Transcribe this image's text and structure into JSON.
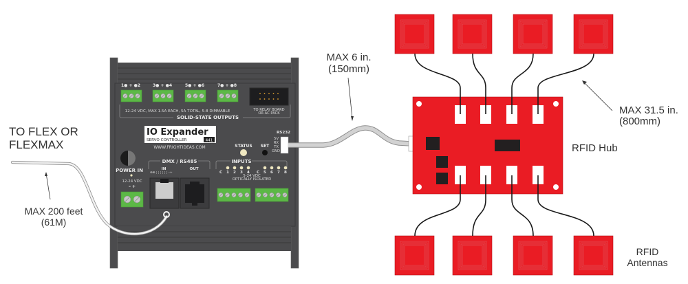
{
  "colors": {
    "device_body": "#4b4b4d",
    "device_dark": "#3a3a3c",
    "terminal_green": "#5cb846",
    "pcb_red": "#ea1c24",
    "antenna_red": "#ea1c24",
    "cable_gray": "#cfcfcf",
    "wire_black": "#1a1a1a",
    "led_cream": "#efe7c0"
  },
  "labels": {
    "to_flex": [
      "TO FLEX OR",
      "FLEXMAX"
    ],
    "max_200": [
      "MAX 200 feet",
      "(61M)"
    ],
    "max_6": [
      "MAX 6 in.",
      "(150mm)"
    ],
    "max_31": [
      "MAX 31.5 in.",
      "(800mm)"
    ],
    "rfid_hub": "RFID Hub",
    "rfid_antennas": [
      "RFID",
      "Antennas"
    ]
  },
  "device": {
    "name": "IO Expander",
    "subtitle": "SERVO CONTROLLER",
    "model": "441",
    "website": "WWW.FRIGHTIDEAS.COM",
    "outputs": {
      "channel_labels": [
        "1● + ●2",
        "3● + ●4",
        "5● + ●6",
        "7● + ●8"
      ],
      "spec": "12-24 VDC, MAX 1.5A EACH, 5A TOTAL, 5-8 DIMMABLE",
      "title": "SOLID-STATE OUTPUTS"
    },
    "relay_port": [
      "TO RELAY BOARD",
      "OR AC PACK"
    ],
    "rs232": {
      "title": "RS232",
      "pins": [
        "5V",
        "RX",
        "TX",
        "GND"
      ]
    },
    "status_label": "STATUS",
    "set_label": "SET",
    "power": {
      "title": "POWER IN",
      "voltage": "12-24 VDC",
      "polarity": "–  +"
    },
    "dmx": {
      "title": "DMX / RS485",
      "in_label": "IN",
      "out_label": "OUT"
    },
    "inputs": {
      "title": "INPUTS",
      "channels": [
        "C",
        "1",
        "2",
        "3",
        "4",
        "C",
        "5",
        "6",
        "7",
        "8"
      ],
      "spec": [
        "5-24 VDC",
        "OPTICALLY ISOLATED"
      ]
    }
  },
  "hub": {
    "antenna_count_top": 4,
    "antenna_count_bottom": 4
  }
}
